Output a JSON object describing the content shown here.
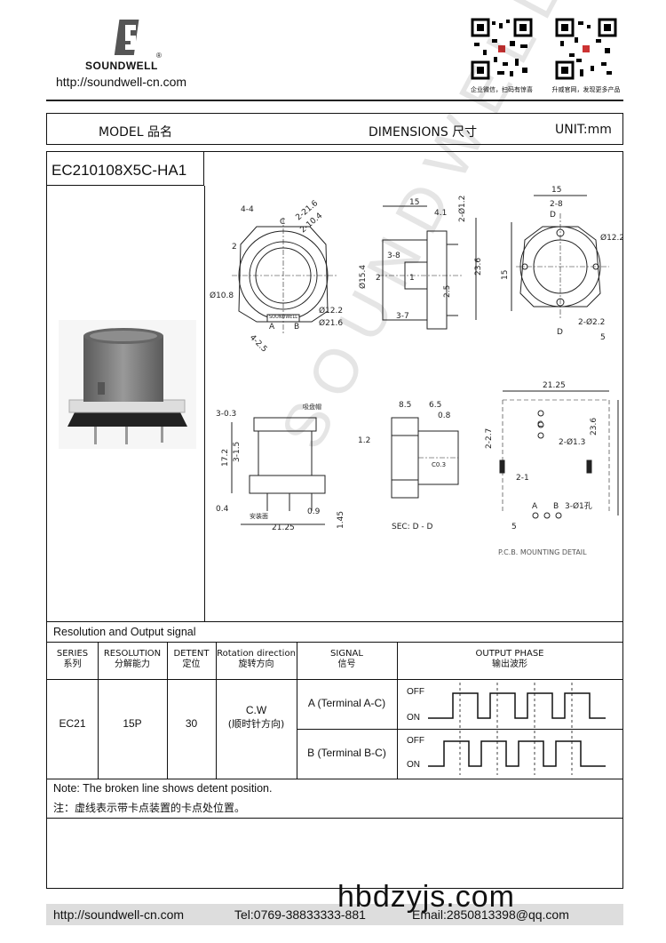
{
  "header": {
    "brand": "SOUNDWELL",
    "registered": "®",
    "website": "http://soundwell-cn.com",
    "qr_caption_left": "企业微信，扫码有惊喜",
    "qr_caption_right": "升威官网，发现更多产品"
  },
  "title_bar": {
    "model": "MODEL 品名",
    "dimensions": "DIMENSIONS 尺寸",
    "unit": "UNIT:mm"
  },
  "model_name": "EC210108X5C-HA1",
  "drawing_labels": {
    "top_view": [
      "4-4",
      "2-21.6",
      "2-10.4",
      "C",
      "2",
      "Ø10.8",
      "Ø12.2",
      "Ø21.6",
      "4-2.5",
      "A",
      "B",
      "SOUNDWELL"
    ],
    "side_view": [
      "15",
      "4.1",
      "2-Ø1.2",
      "3-8",
      "Ø15.4",
      "2",
      "1",
      "2.5",
      "23.6",
      "3-7"
    ],
    "back_view": [
      "15",
      "2-8",
      "D",
      "Ø12.2",
      "15",
      "D",
      "2-Ø2.2",
      "5"
    ],
    "front_view": [
      "3-0.3",
      "吸盘帽",
      "17.2",
      "3-1.5",
      "0.4",
      "安装面",
      "0.9",
      "21.25",
      "1.45"
    ],
    "section_view": [
      "8.5",
      "6.5",
      "0.8",
      "1.2",
      "C0.3",
      "SEC: D - D"
    ],
    "pcb_view": [
      "21.25",
      "2-2.7",
      "C",
      "2-Ø1.3",
      "23.6",
      "2-1",
      "3-Ø1孔",
      "A",
      "B",
      "5",
      "P.C.B. MOUNTING DETAIL"
    ]
  },
  "resolution_section": {
    "title": "Resolution and Output signal",
    "columns": [
      {
        "en": "SERIES",
        "cn": "系列"
      },
      {
        "en": "RESOLUTION",
        "cn": "分解能力"
      },
      {
        "en": "DETENT",
        "cn": "定位"
      },
      {
        "en": "Rotation direction",
        "cn": "旋转方向"
      },
      {
        "en": "SIGNAL",
        "cn": "信号"
      },
      {
        "en": "OUTPUT PHASE",
        "cn": "输出波形"
      }
    ],
    "row": {
      "series": "EC21",
      "resolution": "15P",
      "detent": "30",
      "rotation_en": "C.W",
      "rotation_cn": "(顺时针方向)",
      "signal_a": "A (Terminal A-C)",
      "signal_b": "B (Terminal B-C)",
      "off": "OFF",
      "on": "ON"
    }
  },
  "notes": {
    "en": "Note: The broken line shows detent position.",
    "cn": "注：虚线表示带卡点装置的卡点处位置。"
  },
  "footer": {
    "website": "http://soundwell-cn.com",
    "tel": "Tel:0769-38833333-881",
    "email": "Email:2850813398@qq.com"
  },
  "watermarks": {
    "diagonal": "SOUNDWELL",
    "bottom": "hbdzyjs.com"
  }
}
